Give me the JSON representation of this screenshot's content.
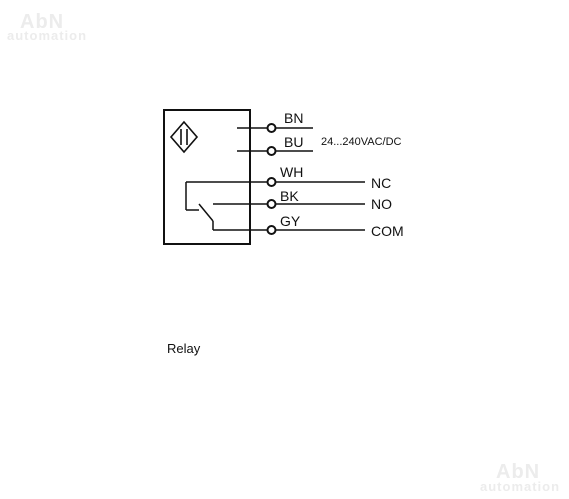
{
  "watermark": {
    "brand": "AbN",
    "sub": "automation"
  },
  "wires": [
    {
      "code": "BN",
      "function": ""
    },
    {
      "code": "BU",
      "function": ""
    },
    {
      "code": "WH",
      "function": "NC"
    },
    {
      "code": "BK",
      "function": "NO"
    },
    {
      "code": "GY",
      "function": "COM"
    }
  ],
  "supply_label": "24...240VAC/DC",
  "caption": "Relay",
  "icons": [
    "capacitive-sensor-icon",
    "relay-contact-icon",
    "terminal-icon"
  ]
}
